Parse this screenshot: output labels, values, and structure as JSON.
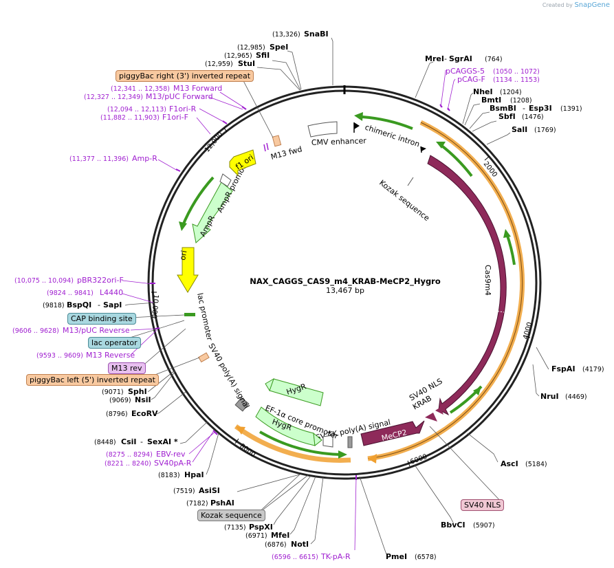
{
  "brand": {
    "prefix": "Created by",
    "name": "SnapGene"
  },
  "plasmid": {
    "name": "NAX_CAGGS_CAS9_m4_KRAB-MeCP2_Hygro",
    "length": "13,467 bp"
  },
  "ruler_ticks": [
    "2000",
    "4000",
    "6000",
    "8000",
    "10,000",
    "12,000"
  ],
  "sites": [
    {
      "name": "SnaBI",
      "coord": "(13,326)"
    },
    {
      "name": "SpeI",
      "coord": "(12,985)"
    },
    {
      "name": "SfiI",
      "coord": "(12,965)"
    },
    {
      "name": "StuI",
      "coord": "(12,959)"
    },
    {
      "name": "MreI",
      "name2": "SgrAI",
      "coord": "(764)"
    },
    {
      "name": "NheI",
      "coord": "(1204)"
    },
    {
      "name": "BmtI",
      "coord": "(1208)"
    },
    {
      "name": "BsmBI",
      "name2": "Esp3I",
      "coord": "(1391)"
    },
    {
      "name": "SbfI",
      "coord": "(1476)"
    },
    {
      "name": "SalI",
      "coord": "(1769)"
    },
    {
      "name": "FspAI",
      "coord": "(4179)"
    },
    {
      "name": "NruI",
      "coord": "(4469)"
    },
    {
      "name": "AscI",
      "coord": "(5184)"
    },
    {
      "name": "BbvCI",
      "coord": "(5907)"
    },
    {
      "name": "PmeI",
      "coord": "(6578)"
    },
    {
      "name": "NotI",
      "coord": "(6876)"
    },
    {
      "name": "MfeI",
      "coord": "(6971)"
    },
    {
      "name": "PspXI",
      "coord": "(7135)"
    },
    {
      "name": "PshAI",
      "coord": "(7182)"
    },
    {
      "name": "AsiSI",
      "coord": "(7519)"
    },
    {
      "name": "HpaI",
      "coord": "(8183)"
    },
    {
      "name": "CsiI",
      "name2": "SexAI *",
      "coord": "(8448)"
    },
    {
      "name": "EcoRV",
      "coord": "(8796)"
    },
    {
      "name": "NsiI",
      "coord": "(9069)"
    },
    {
      "name": "SphI",
      "coord": "(9071)"
    },
    {
      "name": "BspQI",
      "name2": "SapI",
      "coord": "(9818)"
    }
  ],
  "primers": [
    {
      "name": "pCAGGS-5",
      "coord": "(1050 .. 1072)"
    },
    {
      "name": "pCAG-F",
      "coord": "(1134 .. 1153)"
    },
    {
      "name": "M13 Forward",
      "coord": "(12,341 .. 12,358)"
    },
    {
      "name": "M13/pUC Forward",
      "coord": "(12,327 .. 12,349)"
    },
    {
      "name": "F1ori-R",
      "coord": "(12,094 .. 12,113)"
    },
    {
      "name": "F1ori-F",
      "coord": "(11,882 .. 11,903)"
    },
    {
      "name": "Amp-R",
      "coord": "(11,377 .. 11,396)"
    },
    {
      "name": "pBR322ori-F",
      "coord": "(10,075 .. 10,094)"
    },
    {
      "name": "L4440",
      "coord": "(9824 .. 9841)"
    },
    {
      "name": "M13/pUC Reverse",
      "coord": "(9606 .. 9628)"
    },
    {
      "name": "M13 Reverse",
      "coord": "(9593 .. 9609)"
    },
    {
      "name": "EBV-rev",
      "coord": "(8275 .. 8294)"
    },
    {
      "name": "SV40pA-R",
      "coord": "(8221 .. 8240)"
    },
    {
      "name": "TK-pA-R",
      "coord": "(6596 .. 6615)"
    }
  ],
  "boxed_features": [
    {
      "label": "piggyBac right (3') inverted repeat",
      "color": "#f8c9a0",
      "border": "#c08050"
    },
    {
      "label": "CAP binding site",
      "color": "#a9d8e0",
      "border": "#4a8a96"
    },
    {
      "label": "lac operator",
      "color": "#a9d8e0",
      "border": "#4a8a96"
    },
    {
      "label": "M13 rev",
      "color": "#e8c0f0",
      "border": "#9a50b0"
    },
    {
      "label": "piggyBac left (5') inverted repeat",
      "color": "#f8c9a0",
      "border": "#c08050"
    },
    {
      "label": "Kozak sequence",
      "color": "#c8c8c8",
      "border": "#777777"
    },
    {
      "label": "SV40 NLS",
      "color": "#f0c8d4",
      "border": "#a05070"
    }
  ],
  "features": {
    "cmv_enhancer": "CMV enhancer",
    "chimeric_intron": "chimeric intron",
    "kozak": "Kozak sequence",
    "cas9": "Cas9m4",
    "sv40_nls": "SV40 NLS",
    "krab": "KRAB",
    "mecp2": "MeCP2",
    "hsv_tk": "HSV TK poly(A) signal",
    "hygr_outer": "HygR",
    "hygr_inner": "HygR",
    "ef1a": "EF-1α core promoter",
    "sv40_polya": "SV40 poly(A) signal",
    "lac_promoter": "lac promoter",
    "ori": "ori",
    "ampr": "AmpR",
    "ampr_promoter": "AmpR promoter",
    "f1_ori": "f1 ori",
    "m13_fwd": "M13 fwd"
  },
  "colors": {
    "cas9": "#8e2a5a",
    "ori": "#ffff00",
    "ampr": "#ccffcc",
    "orf_green": "#3a9a20",
    "orf_orange": "#f0a030",
    "primer": "#a020d0"
  }
}
